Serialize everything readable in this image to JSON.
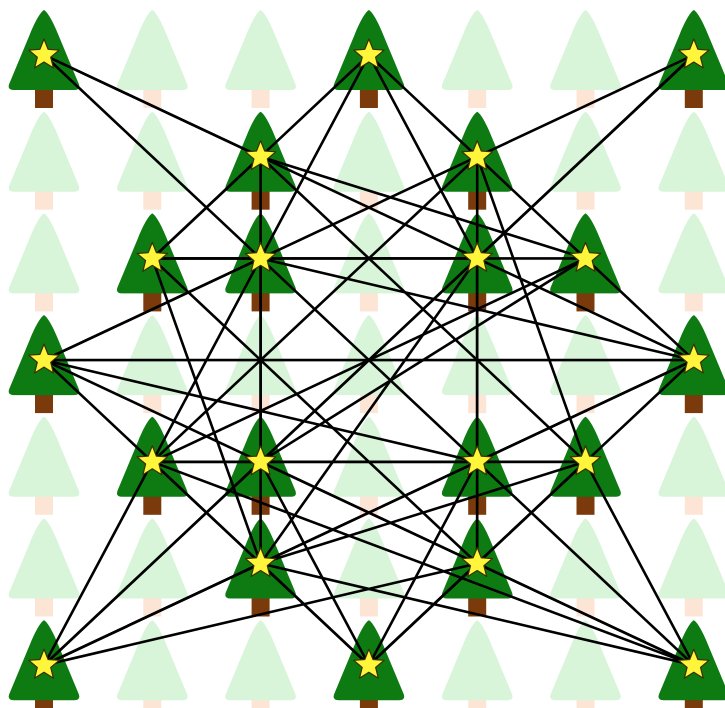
{
  "game": {
    "type": "tree-and-star connection puzzle",
    "grid": {
      "rows": 7,
      "cols": 7
    }
  },
  "colors": {
    "background": "#ffffff",
    "tree_active": "#0d7a12",
    "trunk_active": "#7a3a0b",
    "tree_faded": "#d8f4d9",
    "trunk_faded": "#fde5d6",
    "star_fill": "#fff53a",
    "star_stroke": "#3a3000",
    "line": "#000000"
  },
  "icons": {
    "tree": "pine-tree-icon",
    "star": "star-icon"
  },
  "stars": [
    {
      "id": "s1",
      "col": 0,
      "row": 0
    },
    {
      "id": "s2",
      "col": 3,
      "row": 0
    },
    {
      "id": "s3",
      "col": 6,
      "row": 0
    },
    {
      "id": "s4",
      "col": 2,
      "row": 1
    },
    {
      "id": "s5",
      "col": 4,
      "row": 1
    },
    {
      "id": "s6",
      "col": 1,
      "row": 2
    },
    {
      "id": "s7",
      "col": 2,
      "row": 2
    },
    {
      "id": "s8",
      "col": 4,
      "row": 2
    },
    {
      "id": "s9",
      "col": 5,
      "row": 2
    },
    {
      "id": "s10",
      "col": 0,
      "row": 3
    },
    {
      "id": "s11",
      "col": 6,
      "row": 3
    },
    {
      "id": "s12",
      "col": 1,
      "row": 4
    },
    {
      "id": "s13",
      "col": 2,
      "row": 4
    },
    {
      "id": "s14",
      "col": 4,
      "row": 4
    },
    {
      "id": "s15",
      "col": 5,
      "row": 4
    },
    {
      "id": "s16",
      "col": 2,
      "row": 5
    },
    {
      "id": "s17",
      "col": 4,
      "row": 5
    },
    {
      "id": "s18",
      "col": 0,
      "row": 6
    },
    {
      "id": "s19",
      "col": 3,
      "row": 6
    },
    {
      "id": "s20",
      "col": 6,
      "row": 6
    }
  ],
  "connections": [
    [
      "s1",
      "s4"
    ],
    [
      "s1",
      "s7"
    ],
    [
      "s1",
      "s8"
    ],
    [
      "s2",
      "s6"
    ],
    [
      "s2",
      "s7"
    ],
    [
      "s2",
      "s8"
    ],
    [
      "s2",
      "s9"
    ],
    [
      "s3",
      "s5"
    ],
    [
      "s3",
      "s8"
    ],
    [
      "s3",
      "s13"
    ],
    [
      "s3",
      "s18"
    ],
    [
      "s4",
      "s6"
    ],
    [
      "s4",
      "s9"
    ],
    [
      "s4",
      "s13"
    ],
    [
      "s4",
      "s15"
    ],
    [
      "s5",
      "s10"
    ],
    [
      "s5",
      "s12"
    ],
    [
      "s5",
      "s14"
    ],
    [
      "s5",
      "s15"
    ],
    [
      "s6",
      "s7"
    ],
    [
      "s6",
      "s8"
    ],
    [
      "s6",
      "s9"
    ],
    [
      "s6",
      "s16"
    ],
    [
      "s6",
      "s17"
    ],
    [
      "s7",
      "s10"
    ],
    [
      "s7",
      "s11"
    ],
    [
      "s7",
      "s12"
    ],
    [
      "s7",
      "s13"
    ],
    [
      "s7",
      "s14"
    ],
    [
      "s8",
      "s11"
    ],
    [
      "s8",
      "s14"
    ],
    [
      "s8",
      "s16"
    ],
    [
      "s8",
      "s17"
    ],
    [
      "s9",
      "s11"
    ],
    [
      "s9",
      "s12"
    ],
    [
      "s9",
      "s13"
    ],
    [
      "s10",
      "s11"
    ],
    [
      "s10",
      "s13"
    ],
    [
      "s10",
      "s14"
    ],
    [
      "s10",
      "s16"
    ],
    [
      "s11",
      "s14"
    ],
    [
      "s11",
      "s18"
    ],
    [
      "s11",
      "s19"
    ],
    [
      "s12",
      "s13"
    ],
    [
      "s12",
      "s14"
    ],
    [
      "s12",
      "s15"
    ],
    [
      "s12",
      "s18"
    ],
    [
      "s12",
      "s19"
    ],
    [
      "s12",
      "s20"
    ],
    [
      "s13",
      "s14"
    ],
    [
      "s13",
      "s16"
    ],
    [
      "s13",
      "s17"
    ],
    [
      "s13",
      "s18"
    ],
    [
      "s13",
      "s19"
    ],
    [
      "s13",
      "s20"
    ],
    [
      "s14",
      "s15"
    ],
    [
      "s14",
      "s17"
    ],
    [
      "s14",
      "s18"
    ],
    [
      "s14",
      "s19"
    ],
    [
      "s14",
      "s20"
    ],
    [
      "s15",
      "s16"
    ],
    [
      "s15",
      "s17"
    ],
    [
      "s15",
      "s19"
    ],
    [
      "s15",
      "s20"
    ],
    [
      "s16",
      "s18"
    ],
    [
      "s16",
      "s19"
    ],
    [
      "s16",
      "s20"
    ],
    [
      "s17",
      "s18"
    ],
    [
      "s17",
      "s19"
    ],
    [
      "s17",
      "s20"
    ]
  ]
}
